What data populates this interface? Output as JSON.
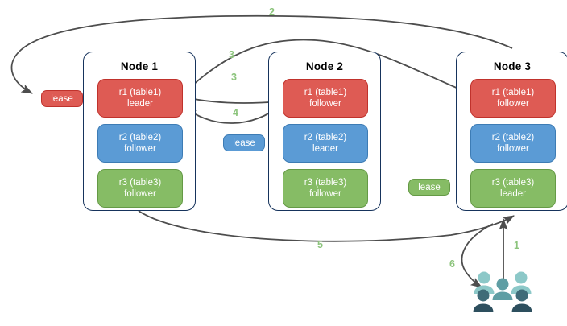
{
  "diagram": {
    "title": "distributed-range-lease-flow",
    "colors": {
      "replica_red": "#de5b54",
      "replica_blue": "#5b9bd5",
      "replica_green": "#86bc65",
      "node_border": "#16335c",
      "edge": "#4d4d4d",
      "step_label": "#8cc47c",
      "users_light": "#8cc8c8",
      "users_mid": "#4f8b93",
      "users_dark": "#2d4f5e"
    },
    "nodes": [
      {
        "id": "node-1",
        "title": "Node 1",
        "replicas": [
          {
            "id": "r1",
            "color": "red",
            "line1": "r1 (table1)",
            "line2": "leader"
          },
          {
            "id": "r2",
            "color": "blue",
            "line1": "r2 (table2)",
            "line2": "follower"
          },
          {
            "id": "r3",
            "color": "green",
            "line1": "r3 (table3)",
            "line2": "follower"
          }
        ]
      },
      {
        "id": "node-2",
        "title": "Node 2",
        "replicas": [
          {
            "id": "r1",
            "color": "red",
            "line1": "r1 (table1)",
            "line2": "follower"
          },
          {
            "id": "r2",
            "color": "blue",
            "line1": "r2 (table2)",
            "line2": "leader"
          },
          {
            "id": "r3",
            "color": "green",
            "line1": "r3 (table3)",
            "line2": "follower"
          }
        ]
      },
      {
        "id": "node-3",
        "title": "Node 3",
        "replicas": [
          {
            "id": "r1",
            "color": "red",
            "line1": "r1 (table1)",
            "line2": "follower"
          },
          {
            "id": "r2",
            "color": "blue",
            "line1": "r2 (table2)",
            "line2": "follower"
          },
          {
            "id": "r3",
            "color": "green",
            "line1": "r3 (table3)",
            "line2": "leader"
          }
        ]
      }
    ],
    "leases": [
      {
        "id": "lease-table1",
        "label": "lease",
        "color": "red"
      },
      {
        "id": "lease-table2",
        "label": "lease",
        "color": "blue"
      },
      {
        "id": "lease-table3",
        "label": "lease",
        "color": "green"
      }
    ],
    "steps": [
      {
        "id": "step-1",
        "label": "1"
      },
      {
        "id": "step-2",
        "label": "2"
      },
      {
        "id": "step-3a",
        "label": "3"
      },
      {
        "id": "step-3b",
        "label": "3"
      },
      {
        "id": "step-4",
        "label": "4"
      },
      {
        "id": "step-5",
        "label": "5"
      },
      {
        "id": "step-6",
        "label": "6"
      }
    ],
    "client": {
      "id": "users",
      "icon": "users-icon"
    }
  }
}
